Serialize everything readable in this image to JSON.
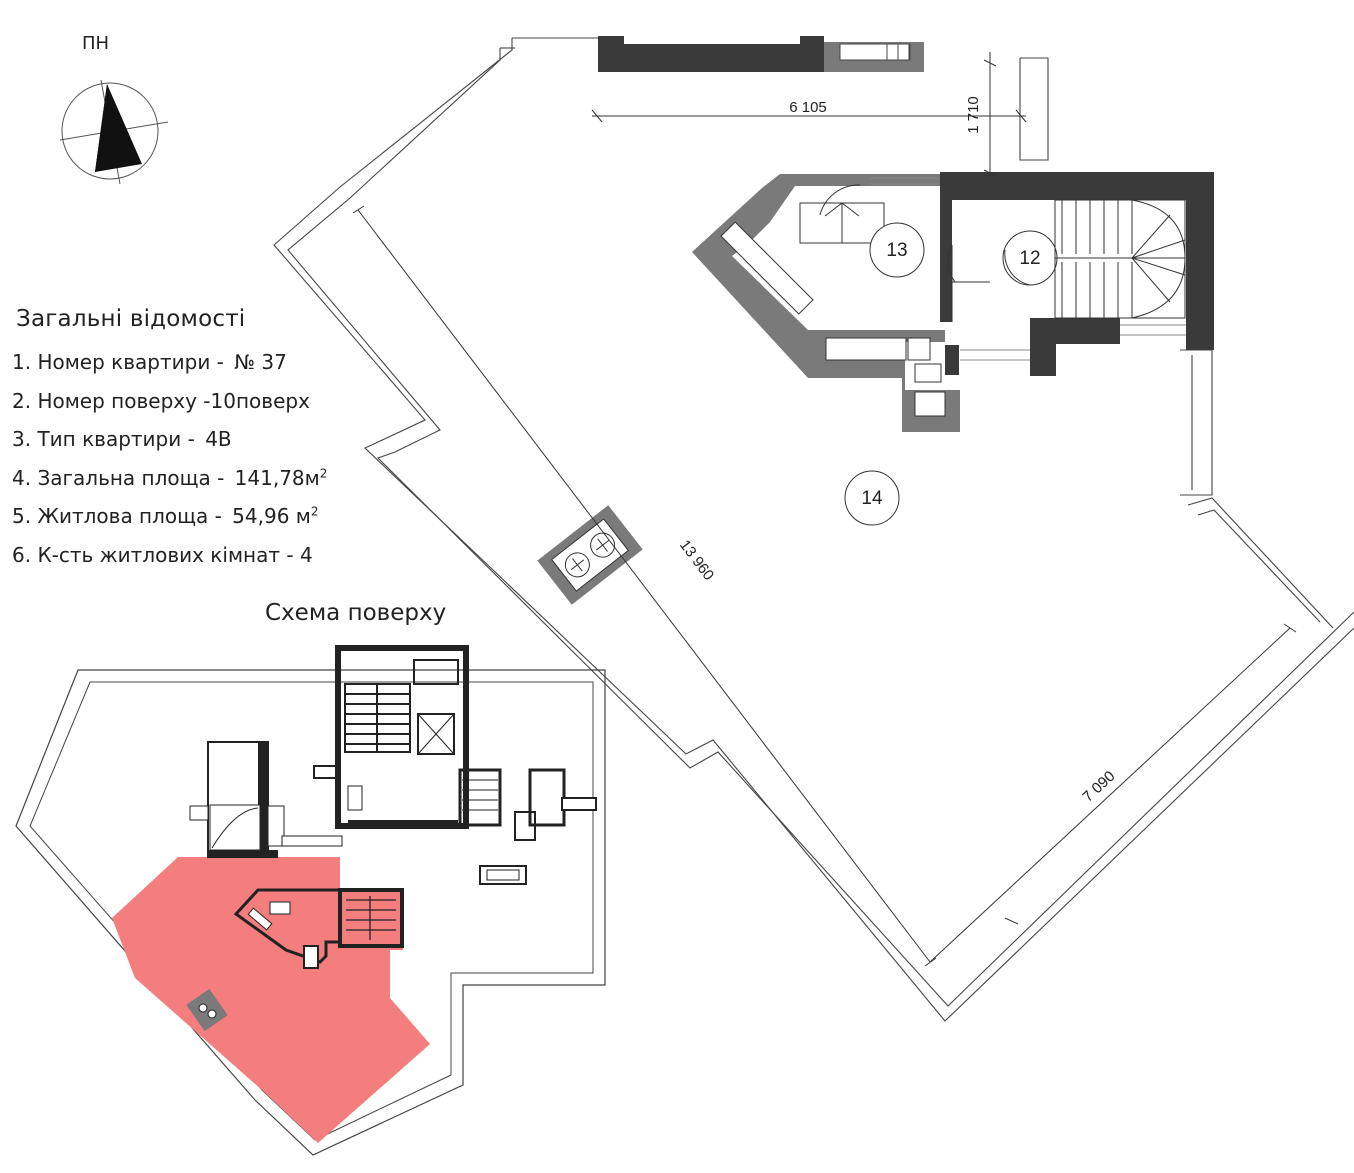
{
  "compass": {
    "label": "ПН"
  },
  "info": {
    "title": "Загальні відомості",
    "items": [
      {
        "label": "1. Номер квартири - ",
        "value": "№ 37",
        "unit": ""
      },
      {
        "label": "2. Номер поверху -",
        "value": "10поверх",
        "unit": ""
      },
      {
        "label": "3. Тип квартири - ",
        "value": "4В",
        "unit": ""
      },
      {
        "label": "4. Загальна площа - ",
        "value": "141,78м",
        "unit": "2"
      },
      {
        "label": "5. Житлова площа - ",
        "value": "54,96 м",
        "unit": "2"
      },
      {
        "label": "6. К-сть житлових кімнат - ",
        "value": "4",
        "unit": ""
      }
    ]
  },
  "scheme": {
    "title": "Схема поверху",
    "highlight_color": "#f47d7d"
  },
  "plan": {
    "wall_color": "#3a3a3a",
    "wall_gray": "#7a7a7a",
    "dimensions": {
      "top": "6 105",
      "vertical": "1 710",
      "diagonal": "13 960",
      "bottom": "7 090"
    },
    "rooms": [
      {
        "number": "13"
      },
      {
        "number": "12"
      },
      {
        "number": "14"
      }
    ]
  }
}
